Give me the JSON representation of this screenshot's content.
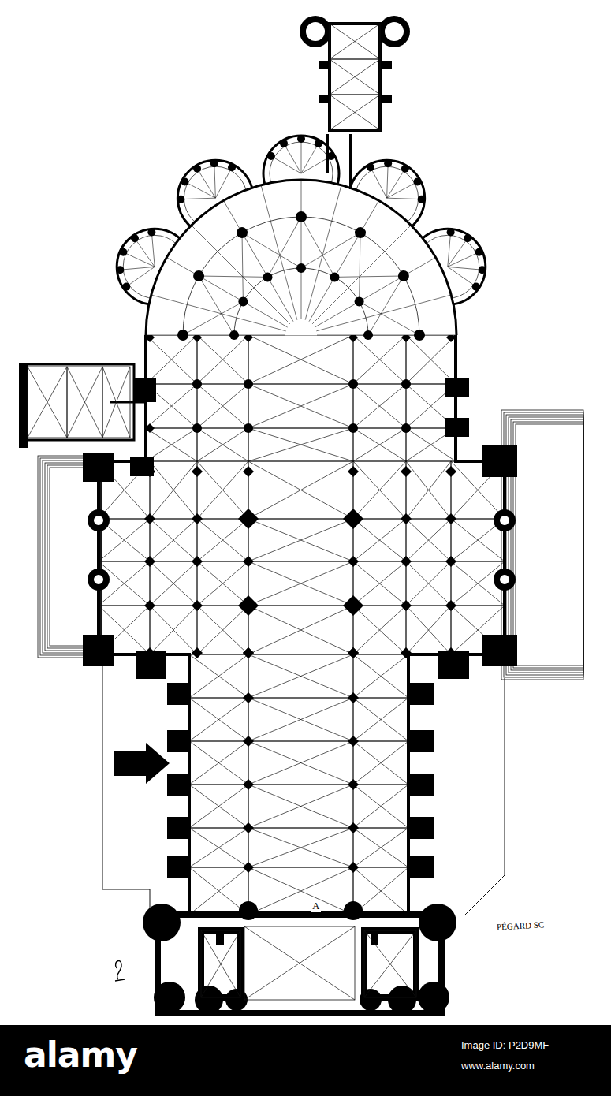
{
  "diagram": {
    "labels": [
      "A",
      "PÉGARD SC",
      "alamy",
      "Image ID: P2D9MF",
      "www.alamy.com"
    ]
  }
}
